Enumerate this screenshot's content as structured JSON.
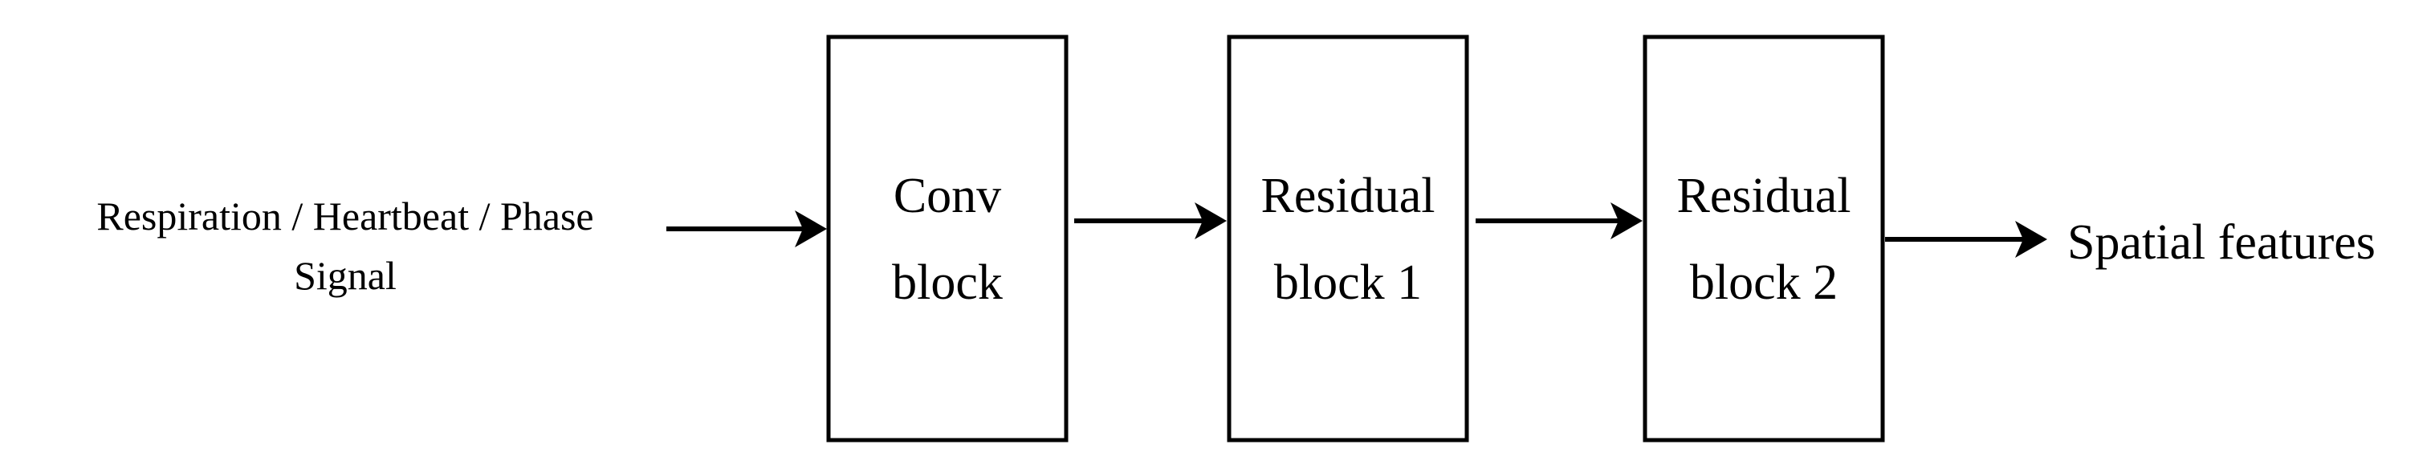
{
  "input": {
    "line1": "Respiration / Heartbeat / Phase",
    "line2": "Signal"
  },
  "blocks": [
    {
      "line1": "Conv",
      "line2": "block"
    },
    {
      "line1": "Residual",
      "line2": "block 1"
    },
    {
      "line1": "Residual",
      "line2": "block 2"
    }
  ],
  "output": {
    "label": "Spatial features"
  },
  "colors": {
    "stroke": "#000000",
    "background": "#ffffff"
  }
}
